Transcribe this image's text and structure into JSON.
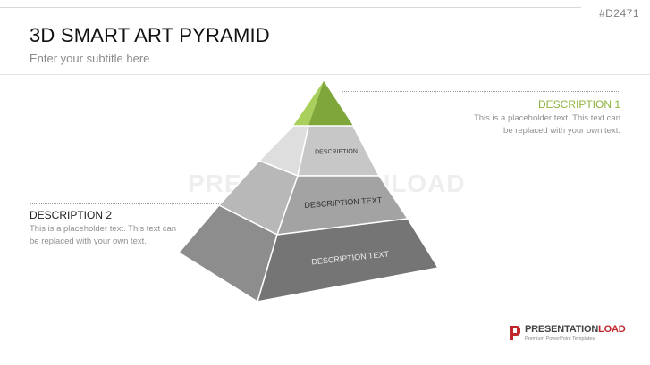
{
  "slide": {
    "code": "#D2471",
    "title": "3D SMART ART PYRAMID",
    "subtitle": "Enter your subtitle here"
  },
  "watermark": "PRESENTATIONLOAD",
  "pyramid": {
    "levels": [
      {
        "label": "",
        "color": "#8cb43c"
      },
      {
        "label": "DESCRIPTION",
        "color": "#d4d4d4"
      },
      {
        "label": "DESCRIPTION TEXT",
        "color": "#b3b3b3"
      },
      {
        "label": "DESCRIPTION TEXT",
        "color": "#7f7f7f"
      }
    ]
  },
  "description1": {
    "title": "DESCRIPTION 1",
    "text_line1": "This is a placeholder text. This text can",
    "text_line2": "be replaced with your own text."
  },
  "description2": {
    "title": "DESCRIPTION 2",
    "text_line1": "This is a placeholder text. This text can",
    "text_line2": "be replaced with your own text."
  },
  "logo": {
    "brand_part1": "PRESENTATION",
    "brand_part2": "LOAD",
    "tagline": "Premium PowerPoint Templates"
  }
}
